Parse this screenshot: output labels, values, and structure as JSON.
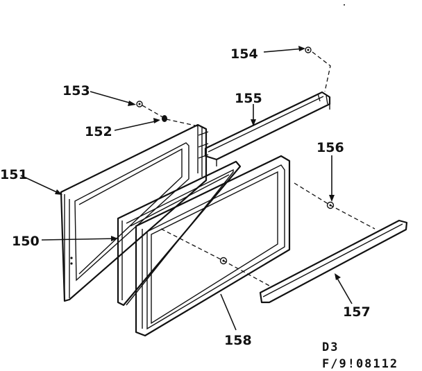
{
  "labels": {
    "p150": "150",
    "p151": "151",
    "p152": "152",
    "p153": "153",
    "p154": "154",
    "p155": "155",
    "p156": "156",
    "p157": "157",
    "p158": "158"
  },
  "footer": {
    "section": "D3",
    "figure_code": "F/9!08112"
  },
  "parts": [
    {
      "id": "150",
      "icon": "inner-door-panel"
    },
    {
      "id": "151",
      "icon": "door-frame"
    },
    {
      "id": "152",
      "icon": "spacer"
    },
    {
      "id": "153",
      "icon": "screw"
    },
    {
      "id": "154",
      "icon": "screw"
    },
    {
      "id": "155",
      "icon": "hinge-channel"
    },
    {
      "id": "156",
      "icon": "screw"
    },
    {
      "id": "157",
      "icon": "door-trim-strip"
    },
    {
      "id": "158",
      "icon": "outer-door-panel"
    }
  ]
}
